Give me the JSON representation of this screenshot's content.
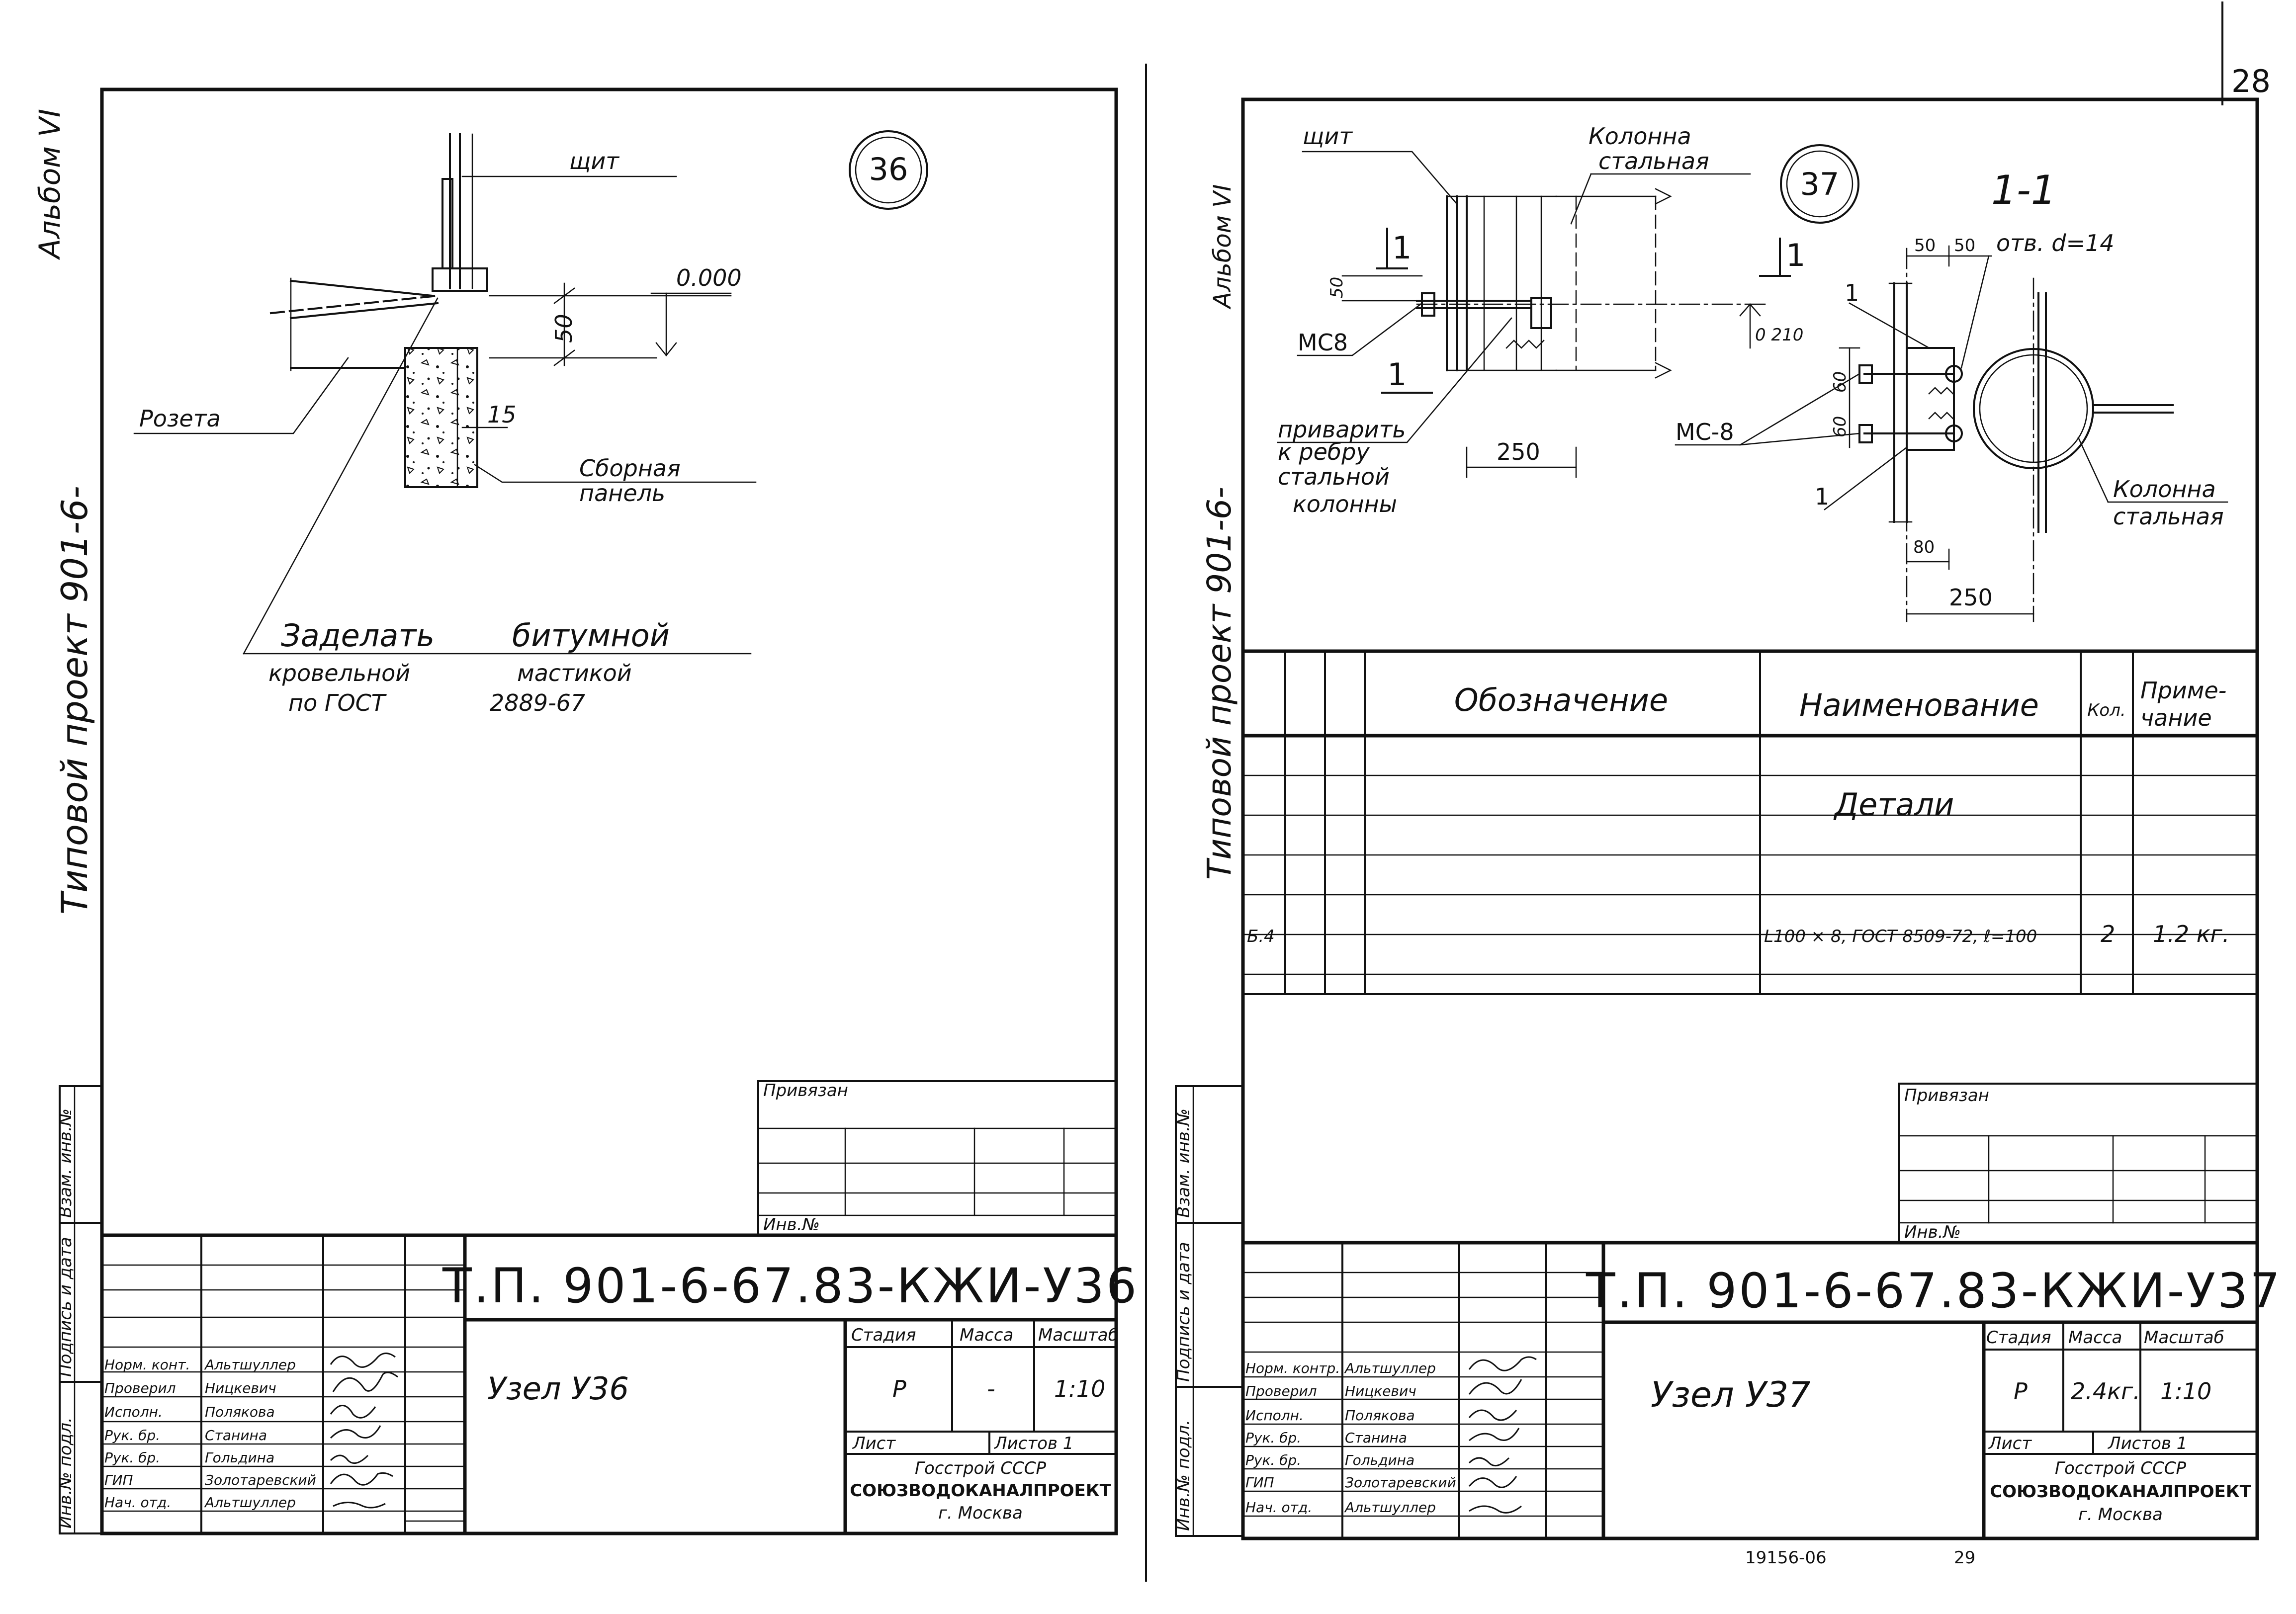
{
  "page_number": "28",
  "footer": {
    "inventory": "19156-06",
    "page": "29"
  },
  "left": {
    "margin_title": "Типовой проект 901-6-",
    "album": "Альбом VI",
    "margin_stamps": [
      "Инв.№ подл.",
      "Подпись и дата",
      "Взам. инв.№"
    ],
    "node_number": "36",
    "labels": {
      "shield": "щит",
      "level": "0.000",
      "dim_50": "50",
      "dim_15": "15",
      "rosette": "Розета",
      "panel_1": "Сборная",
      "panel_2": "панель",
      "note_1": "Заделать",
      "note_2": "битумной",
      "note_3": "кровельной",
      "note_4": "мастикой",
      "note_5": "по ГОСТ",
      "note_6": "2889-67"
    },
    "bound": "Привязан",
    "inv_no": "Инв.№",
    "code": "Т.П. 901-6-67.83-КЖИ-У36",
    "title": "Узел  У36",
    "stage_h": "Стадия",
    "mass_h": "Масса",
    "scale_h": "Масштаб",
    "stage": "Р",
    "mass": "-",
    "scale": "1:10",
    "sheet": "Лист",
    "sheets": "Листов 1",
    "org_1": "Госстрой СССР",
    "org_2": "СОЮЗВОДОКАНАЛПРОЕКТ",
    "org_3": "г. Москва",
    "staff": [
      {
        "role": "Норм. конт.",
        "name": "Альтшуллер"
      },
      {
        "role": "Проверил",
        "name": "Ницкевич"
      },
      {
        "role": "Исполн.",
        "name": "Полякова"
      },
      {
        "role": "Рук. бр.",
        "name": "Станина"
      },
      {
        "role": "Рук. бр.",
        "name": "Гольдина"
      },
      {
        "role": "ГИП",
        "name": "Золотаревский"
      },
      {
        "role": "Нач. отд.",
        "name": "Альтшуллер"
      }
    ]
  },
  "right": {
    "margin_title": "Типовой проект 901-6-",
    "album": "Альбом VI",
    "margin_stamps": [
      "Инв.№ подл.",
      "Подпись и дата",
      "Взам. инв.№"
    ],
    "node_number": "37",
    "labels": {
      "shield": "щит",
      "column_1": "Колонна",
      "column_2": "стальная",
      "section": "1-1",
      "holes": "отв. d=14",
      "dim_50a": "50",
      "dim_50b": "50",
      "dim_50c": "50",
      "dim_60a": "60",
      "dim_60b": "60",
      "dim_210": "0 210",
      "dim_250a": "250",
      "dim_250b": "250",
      "dim_80": "80",
      "mark_1": "1",
      "mc8_a": "МС8",
      "mc8_b": "МС-8",
      "weld_1": "приварить",
      "weld_2": "к ребру",
      "weld_3": "стальной",
      "weld_4": "колонны",
      "col_r1": "Колонна",
      "col_r2": "стальная"
    },
    "spec_headers": {
      "designation": "Обозначение",
      "name": "Наименование",
      "qty": "Кол.",
      "note_1": "Приме-",
      "note_2": "чание"
    },
    "spec_section": "Детали",
    "spec_rows": [
      {
        "pos": "Б.4",
        "name": "L100 × 8, ГОСТ 8509-72, ℓ=100",
        "qty": "2",
        "note": "1.2 кг."
      }
    ],
    "bound": "Привязан",
    "inv_no": "Инв.№",
    "code": "Т.П. 901-6-67.83-КЖИ-У37",
    "title": "Узел  У37",
    "stage_h": "Стадия",
    "mass_h": "Масса",
    "scale_h": "Масштаб",
    "stage": "Р",
    "mass": "2.4кг.",
    "scale": "1:10",
    "sheet": "Лист",
    "sheets": "Листов 1",
    "org_1": "Госстрой СССР",
    "org_2": "СОЮЗВОДОКАНАЛПРОЕКТ",
    "org_3": "г. Москва",
    "staff": [
      {
        "role": "Норм. контр.",
        "name": "Альтшуллер"
      },
      {
        "role": "Проверил",
        "name": "Ницкевич"
      },
      {
        "role": "Исполн.",
        "name": "Полякова"
      },
      {
        "role": "Рук. бр.",
        "name": "Станина"
      },
      {
        "role": "Рук. бр.",
        "name": "Гольдина"
      },
      {
        "role": "ГИП",
        "name": "Золотаревский"
      },
      {
        "role": "Нач. отд.",
        "name": "Альтшуллер"
      }
    ]
  }
}
